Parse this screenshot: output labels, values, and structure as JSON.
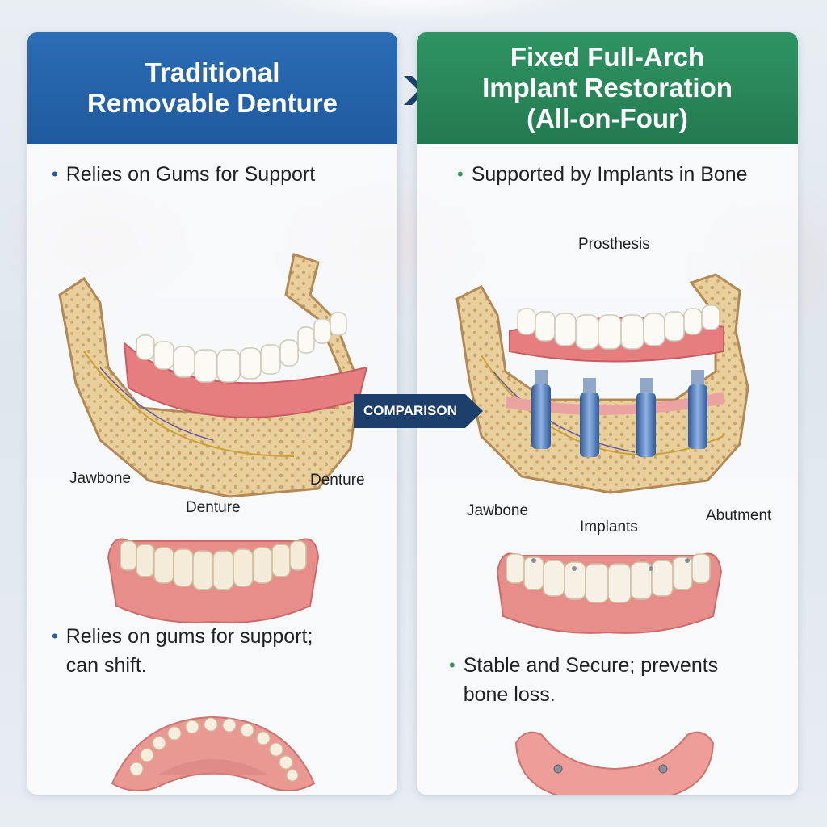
{
  "left_panel": {
    "title_lines": [
      "Traditional",
      "Removable Denture"
    ],
    "bullet_top": "Relies on Gums for Support",
    "labels": {
      "jawbone": "Jawbone",
      "denture_right": "Denture",
      "denture_center": "Denture"
    },
    "bullet_bottom_lines": [
      "Relies on gums for support;",
      "can shift."
    ]
  },
  "right_panel": {
    "title_lines": [
      "Fixed Full-Arch",
      "Implant Restoration",
      "(All-on-Four)"
    ],
    "bullet_top": "Supported by Implants in Bone",
    "labels": {
      "prosthesis": "Prosthesis",
      "jawbone": "Jawbone",
      "implants": "Implants",
      "abutment": "Abutment"
    },
    "bullet_bottom_lines": [
      "Stable and Secure; prevents",
      "bone loss."
    ]
  },
  "comparison_tag": "COMPARISON",
  "colors": {
    "left_header": "#1f5a9f",
    "right_header": "#2f9463",
    "tag": "#1c3f6b"
  }
}
